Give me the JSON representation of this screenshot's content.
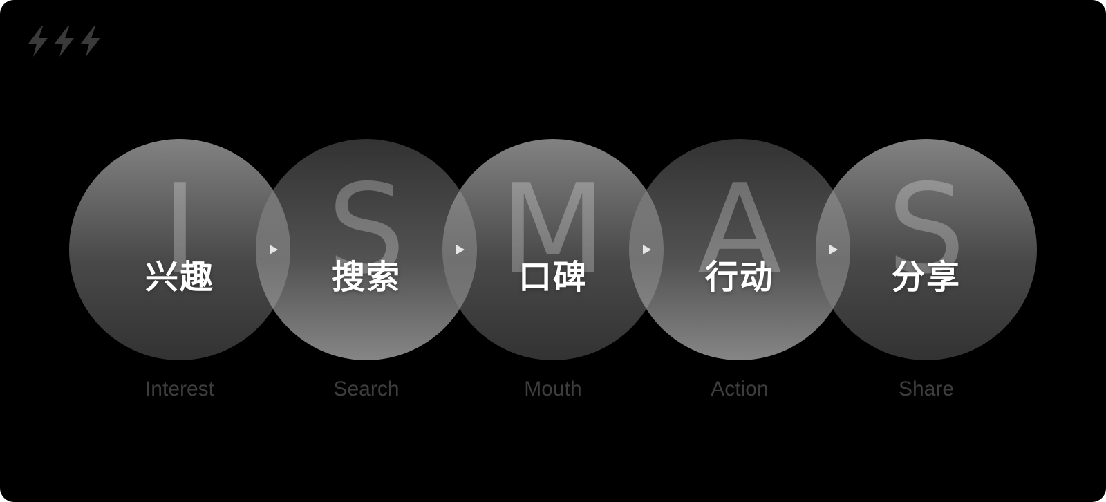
{
  "header": {
    "icons": [
      "lightning-bolt-icon",
      "lightning-bolt-icon",
      "lightning-bolt-icon"
    ]
  },
  "colors": {
    "background": "#000000",
    "circle_light": "#b4b4b4",
    "circle_dark": "#787878",
    "chinese_text": "#ffffff",
    "english_text": "#3d3d3d",
    "bolt": "#3a3a3a",
    "arrow": "#e6e6e6"
  },
  "stages": [
    {
      "letter": "I",
      "chinese": "兴趣",
      "english": "Interest"
    },
    {
      "letter": "S",
      "chinese": "搜索",
      "english": "Search"
    },
    {
      "letter": "M",
      "chinese": "口碑",
      "english": "Mouth"
    },
    {
      "letter": "A",
      "chinese": "行动",
      "english": "Action"
    },
    {
      "letter": "S",
      "chinese": "分享",
      "english": "Share"
    }
  ],
  "connectors": [
    "play-arrow-icon",
    "play-arrow-icon",
    "play-arrow-icon",
    "play-arrow-icon"
  ]
}
